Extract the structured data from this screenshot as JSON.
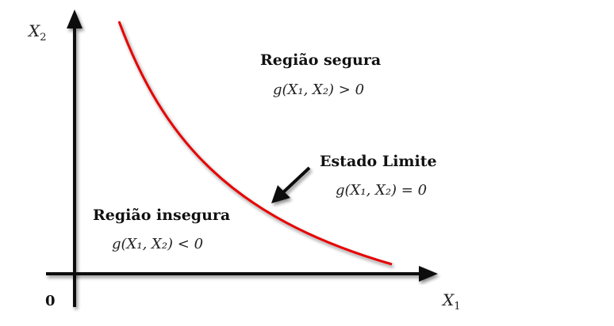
{
  "axes": {
    "x_label": "X",
    "x_sub": "1",
    "y_label": "X",
    "y_sub": "2",
    "origin": "0"
  },
  "regions": {
    "safe": {
      "title": "Região segura",
      "formula": "g(X₁, X₂) > 0"
    },
    "unsafe": {
      "title": "Região insegura",
      "formula": "g(X₁, X₂) < 0"
    },
    "limit": {
      "title": "Estado Limite",
      "formula": "g(X₁, X₂) = 0"
    }
  },
  "colors": {
    "curve": "#e60000",
    "axis": "#111111",
    "arrow": "#111111"
  }
}
